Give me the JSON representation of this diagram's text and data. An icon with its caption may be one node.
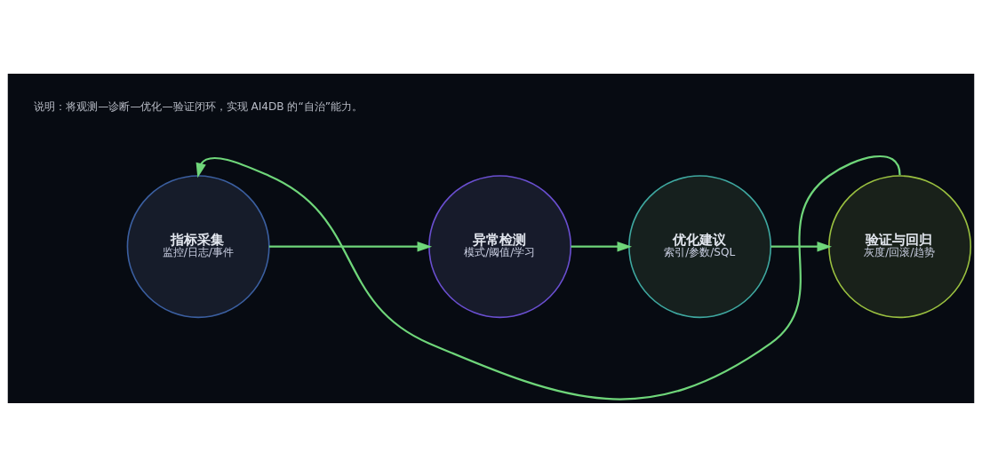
{
  "diagram": {
    "nodes": [
      {
        "text": [
          "指标采集",
          "监控/日志/事件"
        ]
      },
      {
        "text": [
          "异常检测",
          "模式/阈值/学习"
        ]
      },
      {
        "text": [
          "优化建议",
          "索引/参数/SQL"
        ]
      },
      {
        "text": [
          "验证与回归",
          "灰度/回滚/趋势"
        ]
      }
    ],
    "edges": [
      {
        "from": 0,
        "to": 1,
        "arrow": "to"
      },
      {
        "from": 1,
        "to": 2,
        "arrow": "to"
      },
      {
        "from": 2,
        "to": 3,
        "arrow": "to"
      },
      {
        "from": 3,
        "to": 0,
        "arrow": "to"
      }
    ],
    "labels": [
      "说明：将观测—诊断—优化—验证闭环，实现 AI4DB 的“自治”能力。"
    ]
  }
}
